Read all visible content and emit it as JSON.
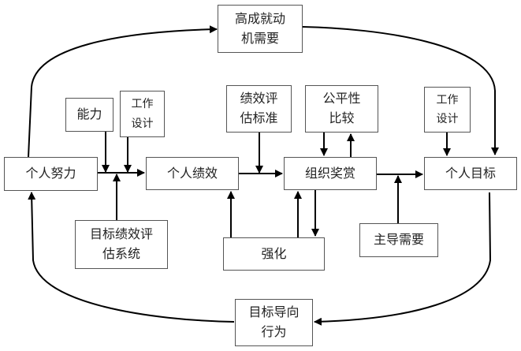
{
  "diagram": {
    "nodes": {
      "high_achievement_need": "高成就动\n机需要",
      "ability": "能力",
      "job_design_left": "工作\n设计",
      "performance_criteria": "绩效评\n估标准",
      "equity_comparison": "公平性\n比较",
      "job_design_right": "工作\n设计",
      "individual_effort": "个人努力",
      "individual_performance": "个人绩效",
      "organizational_reward": "组织奖赏",
      "individual_goal": "个人目标",
      "goal_performance_system": "目标绩效评\n估系统",
      "reinforcement": "强化",
      "dominant_need": "主导需要",
      "goal_directed_behavior": "目标导向\n行为"
    },
    "edges": [
      {
        "from": "individual_effort",
        "to": "high_achievement_need"
      },
      {
        "from": "high_achievement_need",
        "to": "individual_goal"
      },
      {
        "from": "ability",
        "to": "individual_effort->individual_performance"
      },
      {
        "from": "job_design_left",
        "to": "individual_effort->individual_performance"
      },
      {
        "from": "goal_performance_system",
        "to": "individual_effort->individual_performance"
      },
      {
        "from": "individual_effort",
        "to": "individual_performance"
      },
      {
        "from": "individual_performance",
        "to": "organizational_reward"
      },
      {
        "from": "performance_criteria",
        "to": "individual_performance->organizational_reward"
      },
      {
        "from": "equity_comparison",
        "to": "organizational_reward"
      },
      {
        "from": "organizational_reward",
        "to": "equity_comparison"
      },
      {
        "from": "reinforcement",
        "to": "individual_performance"
      },
      {
        "from": "reinforcement",
        "to": "organizational_reward"
      },
      {
        "from": "organizational_reward",
        "to": "reinforcement"
      },
      {
        "from": "organizational_reward",
        "to": "individual_goal"
      },
      {
        "from": "dominant_need",
        "to": "organizational_reward->individual_goal"
      },
      {
        "from": "job_design_right",
        "to": "individual_goal"
      },
      {
        "from": "individual_goal",
        "to": "goal_directed_behavior"
      },
      {
        "from": "goal_directed_behavior",
        "to": "individual_effort"
      }
    ]
  }
}
